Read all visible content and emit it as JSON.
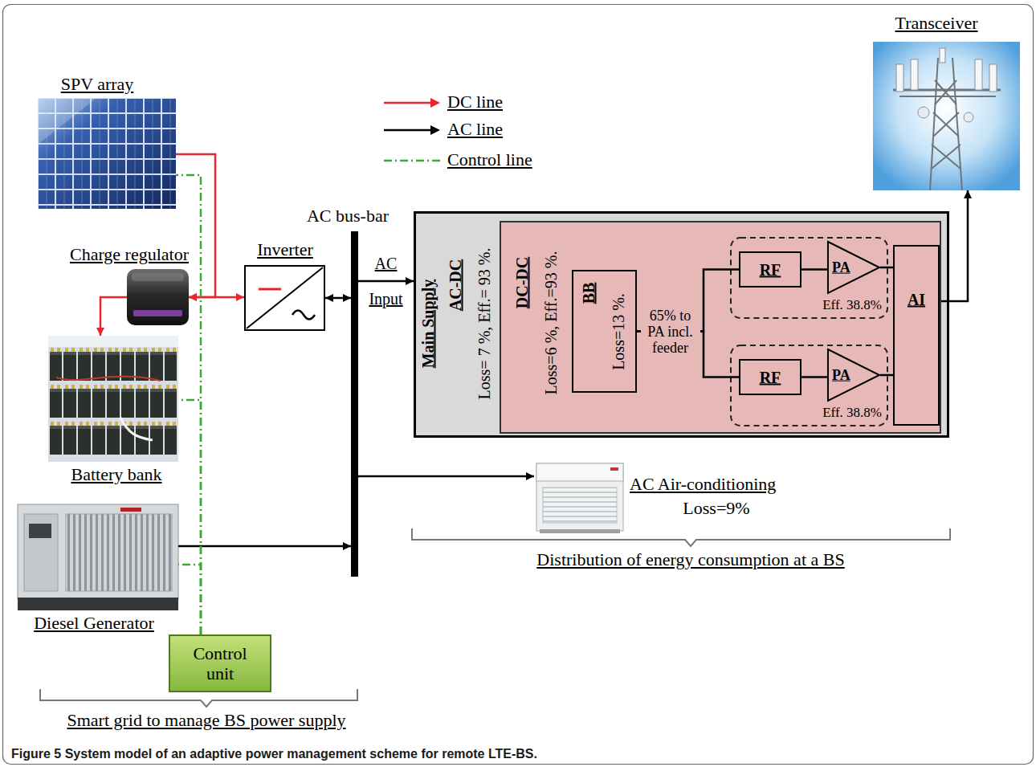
{
  "diagram": {
    "caption": "Figure 5 System model of an adaptive power management scheme for remote LTE-BS.",
    "nodes": [
      {
        "text": [
          "SPV array"
        ]
      },
      {
        "text": [
          "Charge regulator"
        ]
      },
      {
        "text": [
          "Battery bank"
        ]
      },
      {
        "text": [
          "Diesel Generator"
        ]
      },
      {
        "text": [
          "Control unit"
        ]
      },
      {
        "text": [
          "Inverter"
        ]
      },
      {
        "text": [
          "AC bus-bar"
        ]
      },
      {
        "text": [
          "Main Supply",
          "AC-DC",
          "Loss= 7 %, Eff.= 93 %."
        ]
      },
      {
        "text": [
          "DC-DC",
          "Loss=6 %, Eff.=93 %."
        ],
        "in": 7
      },
      {
        "text": [
          "BB",
          "Loss=13 %."
        ],
        "in": 8
      },
      {
        "text": [
          "RF"
        ],
        "in": 8
      },
      {
        "text": [
          "PA",
          "Eff. 38.8%"
        ],
        "in": 8
      },
      {
        "text": [
          "RF"
        ],
        "in": 8
      },
      {
        "text": [
          "PA",
          "Eff. 38.8%"
        ],
        "in": 8
      },
      {
        "text": [
          "AI"
        ],
        "in": 8
      },
      {
        "text": [
          "Transceiver"
        ]
      },
      {
        "text": [
          "AC Air-conditioning",
          "Loss=9%"
        ]
      }
    ],
    "edges": [
      {
        "from": 0,
        "to": 1,
        "arrow": "to"
      },
      {
        "from": 1,
        "to": 2,
        "arrow": "to"
      },
      {
        "from": 1,
        "to": 5,
        "arrow": "both"
      },
      {
        "from": 5,
        "to": 6,
        "arrow": "both"
      },
      {
        "from": 3,
        "to": 6,
        "arrow": "to"
      },
      {
        "from": 6,
        "to": 7,
        "arrow": "to",
        "label": "AC Input"
      },
      {
        "from": 6,
        "to": 16,
        "arrow": "to"
      },
      {
        "from": 9,
        "to": 10,
        "arrow": "none",
        "label": "65% to PA incl. feeder"
      },
      {
        "from": 9,
        "to": 12,
        "arrow": "none"
      },
      {
        "from": 10,
        "to": 11,
        "arrow": "none"
      },
      {
        "from": 12,
        "to": 13,
        "arrow": "none"
      },
      {
        "from": 11,
        "to": 14,
        "arrow": "none"
      },
      {
        "from": 13,
        "to": 14,
        "arrow": "none"
      },
      {
        "from": 14,
        "to": 15,
        "arrow": "to"
      },
      {
        "from": 4,
        "to": 0,
        "arrow": "none"
      },
      {
        "from": 4,
        "to": 2,
        "arrow": "none"
      },
      {
        "from": 4,
        "to": 3,
        "arrow": "none"
      }
    ],
    "labels": [
      "Smart grid to manage BS power supply",
      "Distribution of energy consumption at a BS"
    ],
    "legend": [
      {
        "text": "DC line"
      },
      {
        "text": "AC line"
      },
      {
        "text": "Control line"
      }
    ]
  }
}
